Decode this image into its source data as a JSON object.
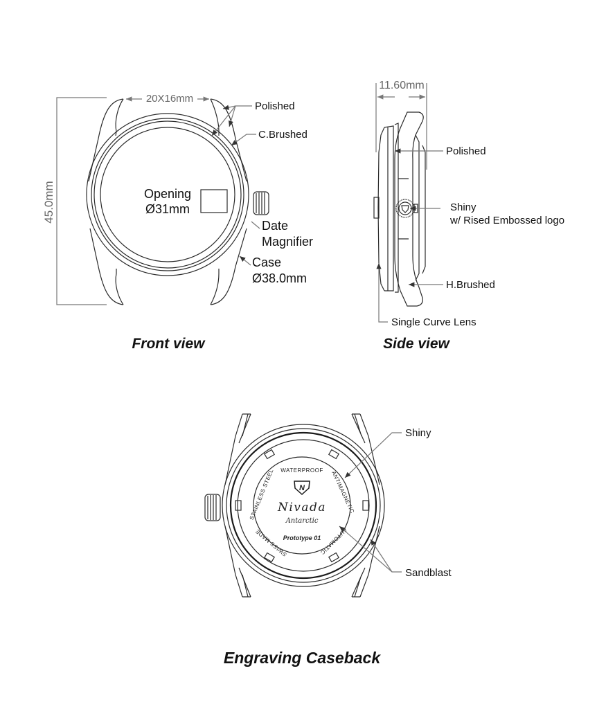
{
  "front_view": {
    "title": "Front view",
    "lug_width": "20X16mm",
    "height": "45.0mm",
    "opening_label": "Opening",
    "opening_value": "Ø31mm",
    "callouts": {
      "polished": "Polished",
      "c_brushed": "C.Brushed",
      "date_line1": "Date",
      "date_line2": "Magnifier",
      "case_line1": "Case",
      "case_line2": "Ø38.0mm"
    }
  },
  "side_view": {
    "title": "Side view",
    "thickness": "11.60mm",
    "callouts": {
      "polished": "Polished",
      "shiny_line1": "Shiny",
      "shiny_line2": "w/ Rised Embossed logo",
      "h_brushed": "H.Brushed",
      "lens": "Single Curve Lens"
    }
  },
  "caseback": {
    "title": "Engraving Caseback",
    "engraving": {
      "top": "WATERPROOF",
      "left": "STAINLESS STEEL",
      "right": "ANTIMAGNETIC",
      "bottom_left": "SWISS MADE",
      "bottom_right": "AUTOMATIC",
      "logo_letter": "N",
      "brand": "Nivada",
      "sub_brand": "Antarctic",
      "model": "Prototype 01"
    },
    "callouts": {
      "shiny": "Shiny",
      "sandblast": "Sandblast"
    }
  }
}
